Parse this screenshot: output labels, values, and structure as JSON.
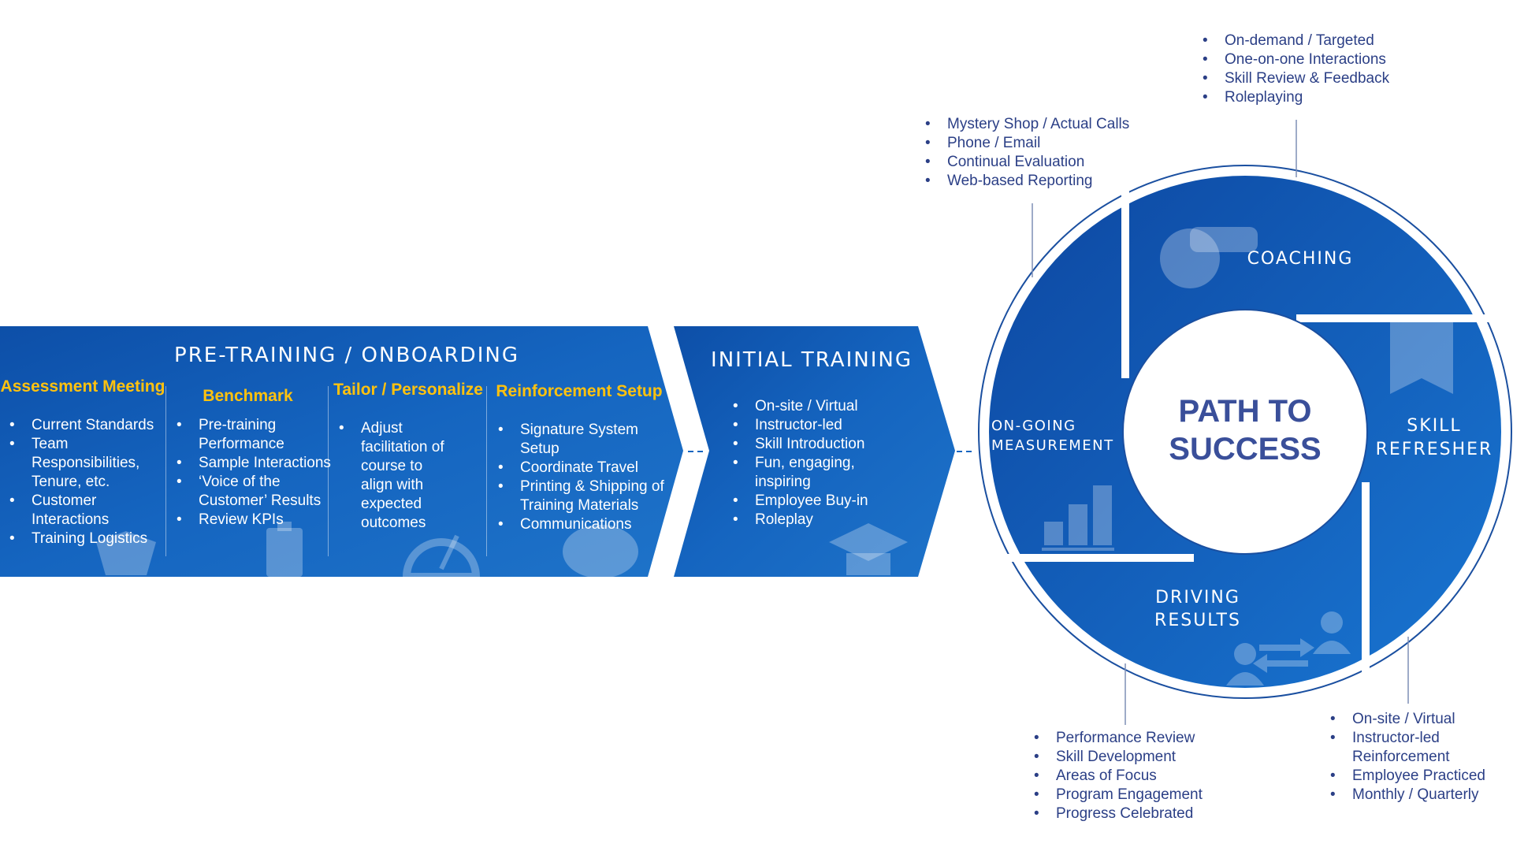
{
  "pretraining": {
    "title": "PRE-TRAINING / ONBOARDING",
    "sections": [
      {
        "heading": "Assessment Meeting",
        "items": [
          "Current Standards",
          "Team Responsibilities, Tenure, etc.",
          "Customer Interactions",
          "Training Logistics"
        ],
        "icon": "handshake-icon"
      },
      {
        "heading": "Benchmark",
        "items": [
          "Pre-training Performance",
          "Sample Interactions",
          "‘Voice of the Customer’ Results",
          "Review KPIs"
        ],
        "icon": "clipboard-pen-icon"
      },
      {
        "heading": "Tailor / Personalize",
        "items": [
          "Adjust facilitation of course to align with expected outcomes"
        ],
        "icon": "gauge-icon"
      },
      {
        "heading": "Reinforcement Setup",
        "items": [
          "Signature System Setup",
          "Coordinate Travel",
          "Printing & Shipping of Training Materials",
          "Communications"
        ],
        "icon": "brain-icon"
      }
    ]
  },
  "initial_training": {
    "title": "INITIAL TRAINING",
    "items": [
      "On-site / Virtual",
      "Instructor-led",
      "Skill Introduction",
      "Fun, engaging, inspiring",
      "Employee Buy-in",
      "Roleplay"
    ],
    "icon": "graduation-cap-icon"
  },
  "cycle": {
    "center_title_line1": "PATH TO",
    "center_title_line2": "SUCCESS",
    "segments": {
      "coaching": {
        "label": "COACHING",
        "icon": "whistle-icon"
      },
      "skill_refresher": {
        "label_line1": "SKILL",
        "label_line2": "REFRESHER",
        "icon": "star-ribbon-icon"
      },
      "driving_results": {
        "label_line1": "DRIVING",
        "label_line2": "RESULTS",
        "icon": "people-exchange-icon"
      },
      "ongoing_measurement": {
        "label_line1": "ON-GOING",
        "label_line2": "MEASUREMENT",
        "icon": "bar-chart-icon"
      }
    }
  },
  "callouts": {
    "coaching": [
      "On-demand / Targeted",
      "One-on-one Interactions",
      "Skill Review & Feedback",
      "Roleplaying"
    ],
    "measurement": [
      "Mystery Shop / Actual Calls",
      "Phone / Email",
      "Continual Evaluation",
      "Web-based Reporting"
    ],
    "driving_results": [
      "Performance Review",
      "Skill Development",
      "Areas of Focus",
      "Program Engagement",
      "Progress Celebrated"
    ],
    "skill_refresher": [
      "On-site / Virtual",
      "Instructor-led Reinforcement",
      "Employee Practiced",
      "Monthly / Quarterly"
    ]
  },
  "colors": {
    "blue": "#1565c0",
    "dark_blue": "#0d47a1",
    "navy_text": "#2b3f86",
    "gold": "#ffc20e"
  }
}
